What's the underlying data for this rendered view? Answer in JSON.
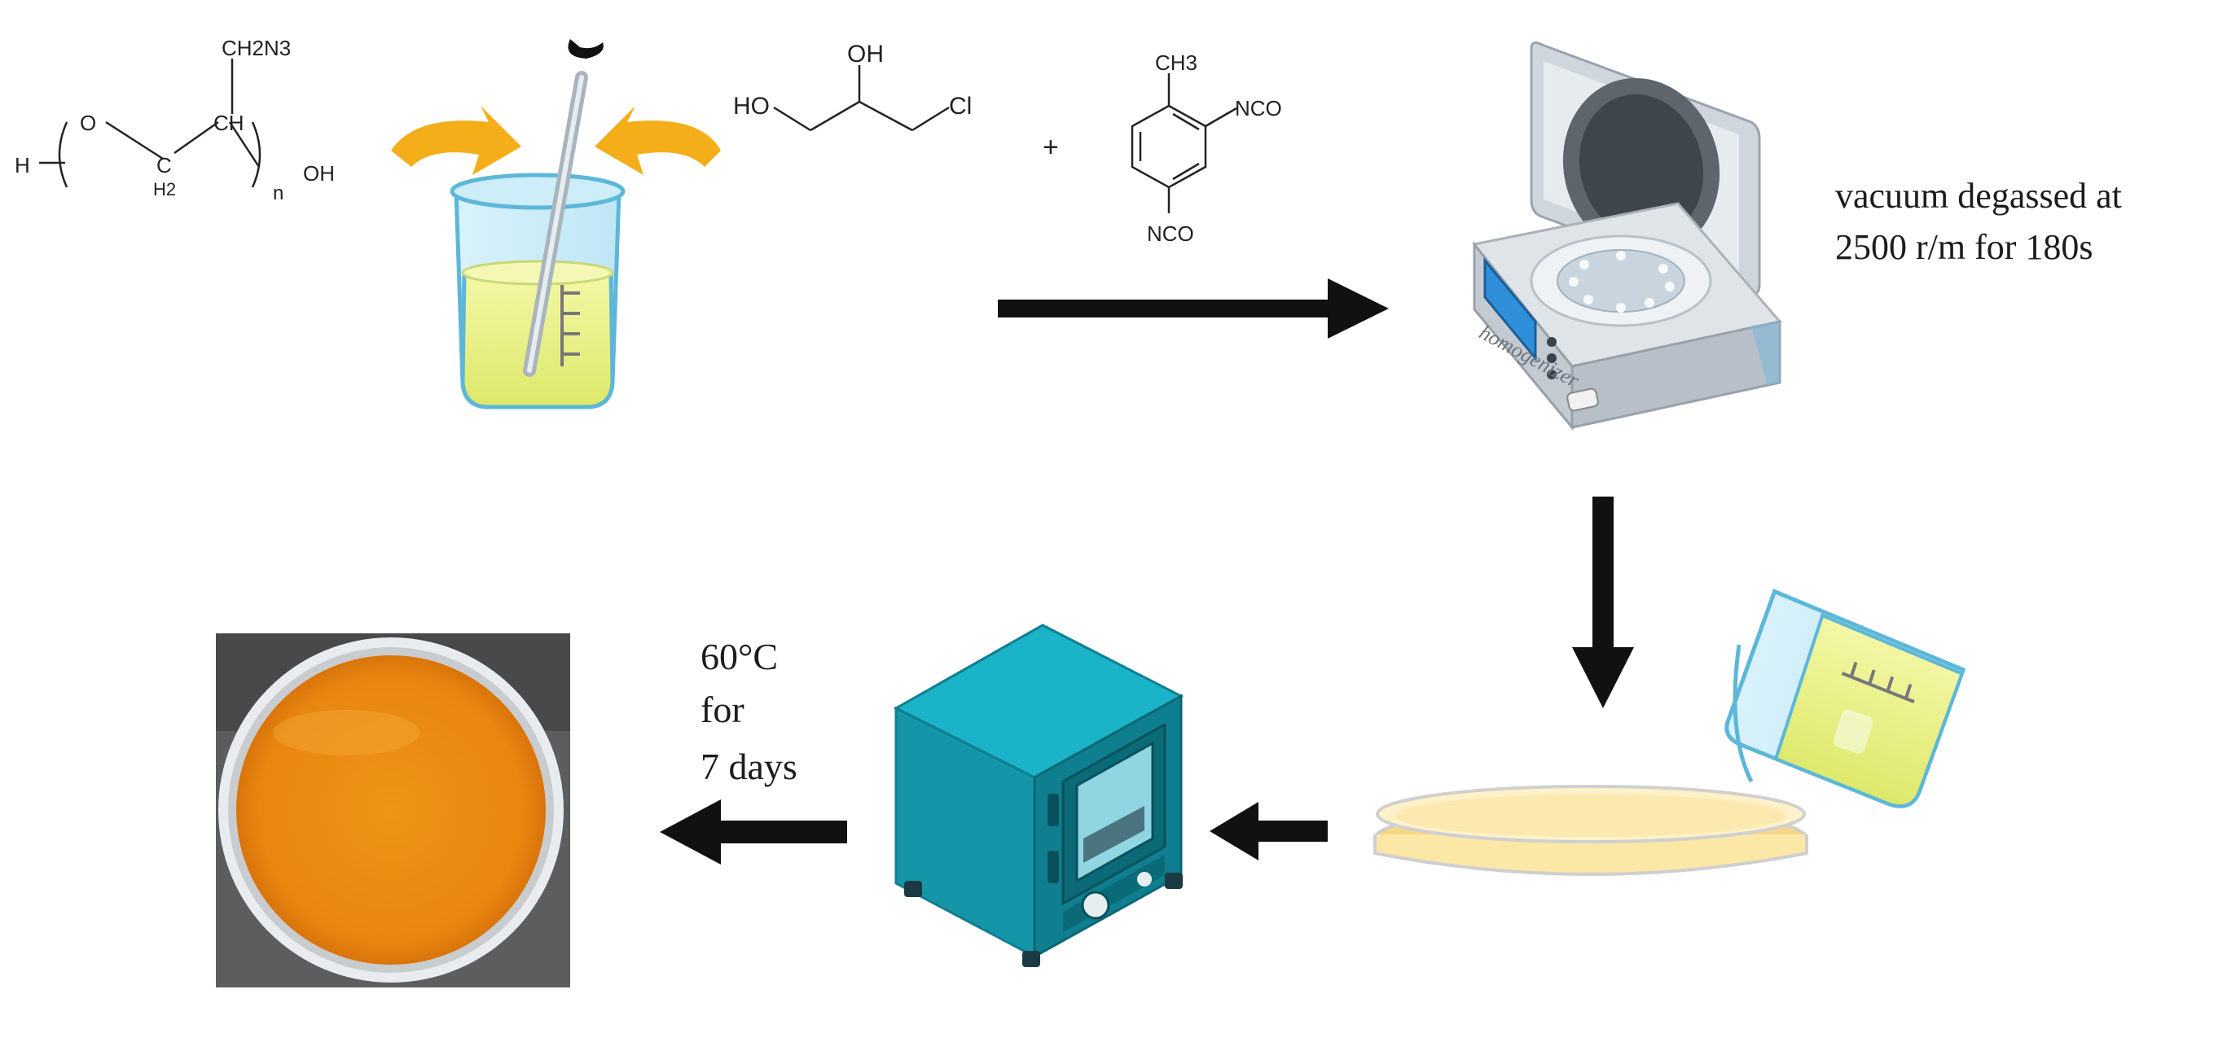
{
  "chemistry": {
    "gap": {
      "side_group": "CH2N3",
      "backbone_ch": "CH",
      "backbone_ch2": "H2",
      "backbone_c": "C",
      "end_h": "H",
      "ether_o": "O",
      "repeat": "n",
      "end_oh": "OH"
    },
    "chloropropanediol": {
      "ho": "HO",
      "oh": "OH",
      "cl": "Cl"
    },
    "plus": "+",
    "tdi": {
      "methyl": "CH3",
      "nco_top": "NCO",
      "nco_bottom": "NCO"
    }
  },
  "homogenizer_brand": "homogenizer",
  "conditions": {
    "degas_line1": "vacuum degassed at",
    "degas_line2": "2500 r/m for 180s",
    "cure_line1": "60°C",
    "cure_line2": "for",
    "cure_line3": "7 days"
  },
  "colors": {
    "arrow": "#111111",
    "liquid_yellow": "#eef28e",
    "swirl_orange": "#f4ae1a",
    "homogenizer_body": "#d7dde4",
    "screen_blue": "#2f8fd8",
    "oven_teal": "#1596a8",
    "petri_fill": "#fbe7a6",
    "product_orange": "#ee8f16"
  }
}
